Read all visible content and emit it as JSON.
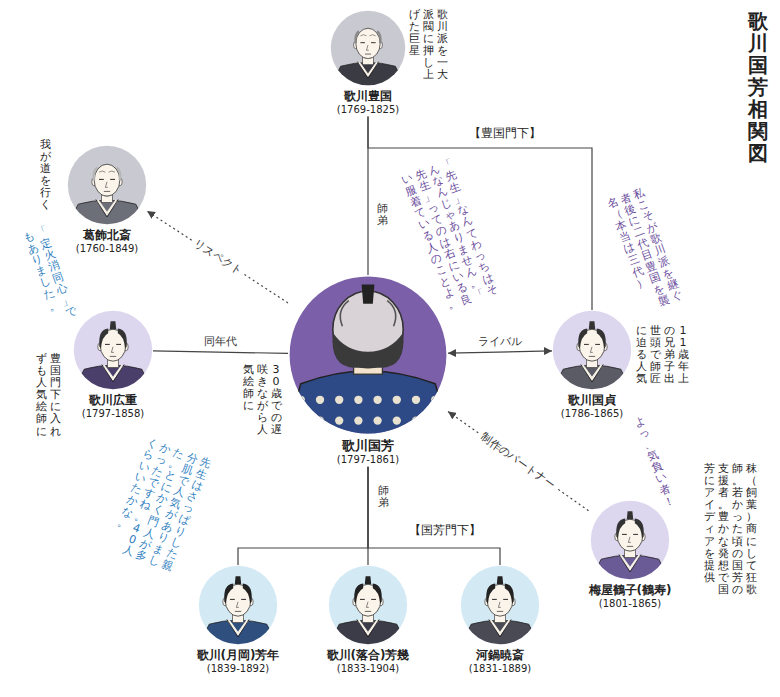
{
  "diagram": {
    "title": "歌川国芳相関図",
    "nodes": [
      {
        "text": [
          "歌川派を一大派閥に押し上げた巨星",
          "歌川豊国",
          "(1769-1825)"
        ]
      },
      {
        "text": [
          "我が道を行く",
          "葛飾北斎",
          "(1760-1849)"
        ]
      },
      {
        "text": [
          "豊国門下に入れずも人気絵師に",
          "歌川広重",
          "(1797-1858)"
        ]
      },
      {
        "text": [
          "30歳での遅咲きながら人気絵師に",
          "歌川国芳",
          "(1797-1861)"
        ]
      },
      {
        "text": [
          "11歳年上の兄弟子出世頭で師匠に迫る人気",
          "歌川国貞",
          "(1786-1865)"
        ]
      },
      {
        "text": [
          "秣（飼葉）商にして狂歌師。若かった頃の国芳の支援者。豊かな発想で国芳にアイディアを提供",
          "梅屋鶴子(鶴寿)",
          "(1801-1865)"
        ]
      },
      {
        "text": [
          "歌川(月岡)芳年",
          "(1839-1892)"
        ]
      },
      {
        "text": [
          "歌川(落合)芳幾",
          "(1833-1904)"
        ]
      },
      {
        "text": [
          "河鍋暁斎",
          "(1831-1889)"
        ]
      }
    ],
    "edges": [
      {
        "from": 0,
        "to": 3,
        "label": "師弟",
        "arrow": "none"
      },
      {
        "from": 0,
        "to": 4,
        "arrow": "none"
      },
      {
        "from": 3,
        "to": 1,
        "label": "リスペクト",
        "arrow": "to"
      },
      {
        "from": 3,
        "to": 2,
        "label": "同年代",
        "arrow": "none"
      },
      {
        "from": 3,
        "to": 4,
        "label": "ライバル",
        "arrow": "both"
      },
      {
        "from": 5,
        "to": 3,
        "label": "制作のパートナー",
        "arrow": "to"
      },
      {
        "from": 3,
        "to": 6,
        "arrow": "none"
      },
      {
        "from": 3,
        "to": 7,
        "label": "師弟",
        "arrow": "none"
      },
      {
        "from": 3,
        "to": 8,
        "arrow": "none"
      }
    ],
    "labels": [
      "【豊国門下】",
      "【国芳門下】",
      "「先生」なんてわっちはそんなんじゃありません。「先生」ってのは右にいる良い服着ている人のことよ。",
      "私こそが歌川派を継ぐ者後に二代目豊国を襲名（本当は三代）",
      "「定火消同心」でもありました。",
      "よっ、気負い者！",
      "先生はさっぱりした親分肌で人気がありました。とにかく門人が多かったですね。40人くらいいたかな。"
    ]
  }
}
